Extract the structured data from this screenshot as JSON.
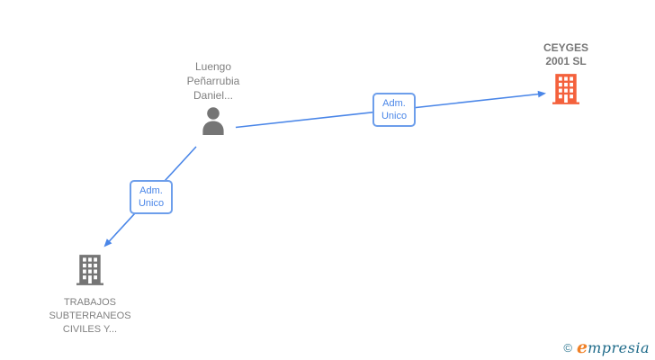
{
  "colors": {
    "background": "#ffffff",
    "edge_blue": "#4a86e8",
    "edge_label_text": "#4a86e8",
    "edge_label_border": "#6d9eeb",
    "person_icon_gray": "#757575",
    "company_icon_orange": "#f4613c",
    "company_icon_gray": "#757575",
    "node_text_gray": "#808080",
    "logo_copyright_teal": "#337a93",
    "logo_e_orange": "#f08026",
    "logo_rest_teal": "#1d6a89"
  },
  "graph": {
    "person": {
      "name_lines": [
        "Luengo",
        "Peñarrubia",
        "Daniel..."
      ]
    },
    "company_top_right": {
      "name_lines": [
        "CEYGES",
        "2001 SL"
      ]
    },
    "company_bottom_left": {
      "name_lines": [
        "TRABAJOS",
        "SUBTERRANEOS",
        "CIVILES Y..."
      ]
    },
    "edges": [
      {
        "from": "Luengo Peñarrubia Daniel...",
        "to": "CEYGES 2001 SL",
        "label_line1": "Adm.",
        "label_line2": "Unico"
      },
      {
        "from": "Luengo Peñarrubia Daniel...",
        "to": "TRABAJOS SUBTERRANEOS CIVILES Y...",
        "label_line1": "Adm.",
        "label_line2": "Unico"
      }
    ]
  },
  "watermark": {
    "copyright": "©",
    "brand_initial": "e",
    "brand_rest": "mpresia"
  }
}
